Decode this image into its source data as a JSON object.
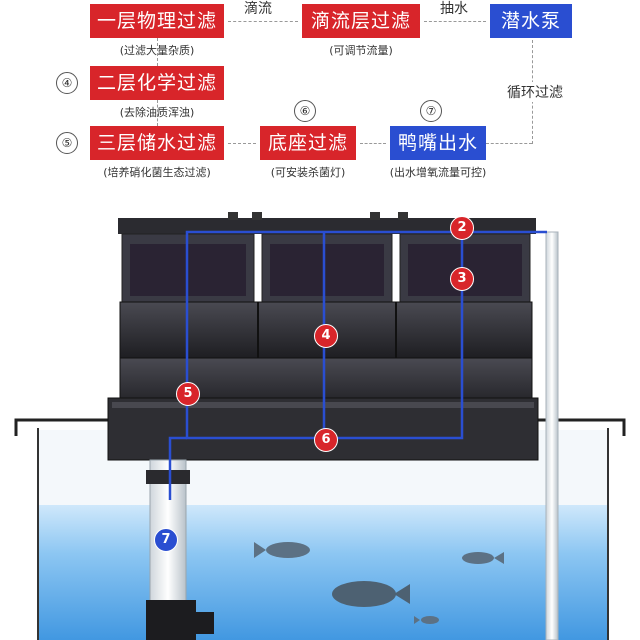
{
  "steps": {
    "s1": {
      "label": "一层物理过滤",
      "caption": "(过滤大量杂质)"
    },
    "s2": {
      "label": "滴流层过滤",
      "caption": "(可调节流量)"
    },
    "s3": {
      "label": "潜水泵"
    },
    "s4": {
      "num": "④",
      "label": "二层化学过滤",
      "caption": "(去除油质浑浊)"
    },
    "s5": {
      "num": "⑤",
      "label": "三层储水过滤",
      "caption": "(培养硝化菌生态过滤)"
    },
    "s6": {
      "num": "⑥",
      "label": "底座过滤",
      "caption": "(可安装杀菌灯)"
    },
    "s7": {
      "num": "⑦",
      "label": "鸭嘴出水",
      "caption": "(出水增氧流量可控)"
    }
  },
  "arrows": {
    "a1": "滴流",
    "a2": "抽水",
    "a3": "循环过滤"
  },
  "markers": [
    "2",
    "3",
    "4",
    "5",
    "6",
    "7"
  ],
  "colors": {
    "red": "#d8252a",
    "blue": "#2a4ed1",
    "water": "#5aaee8"
  }
}
